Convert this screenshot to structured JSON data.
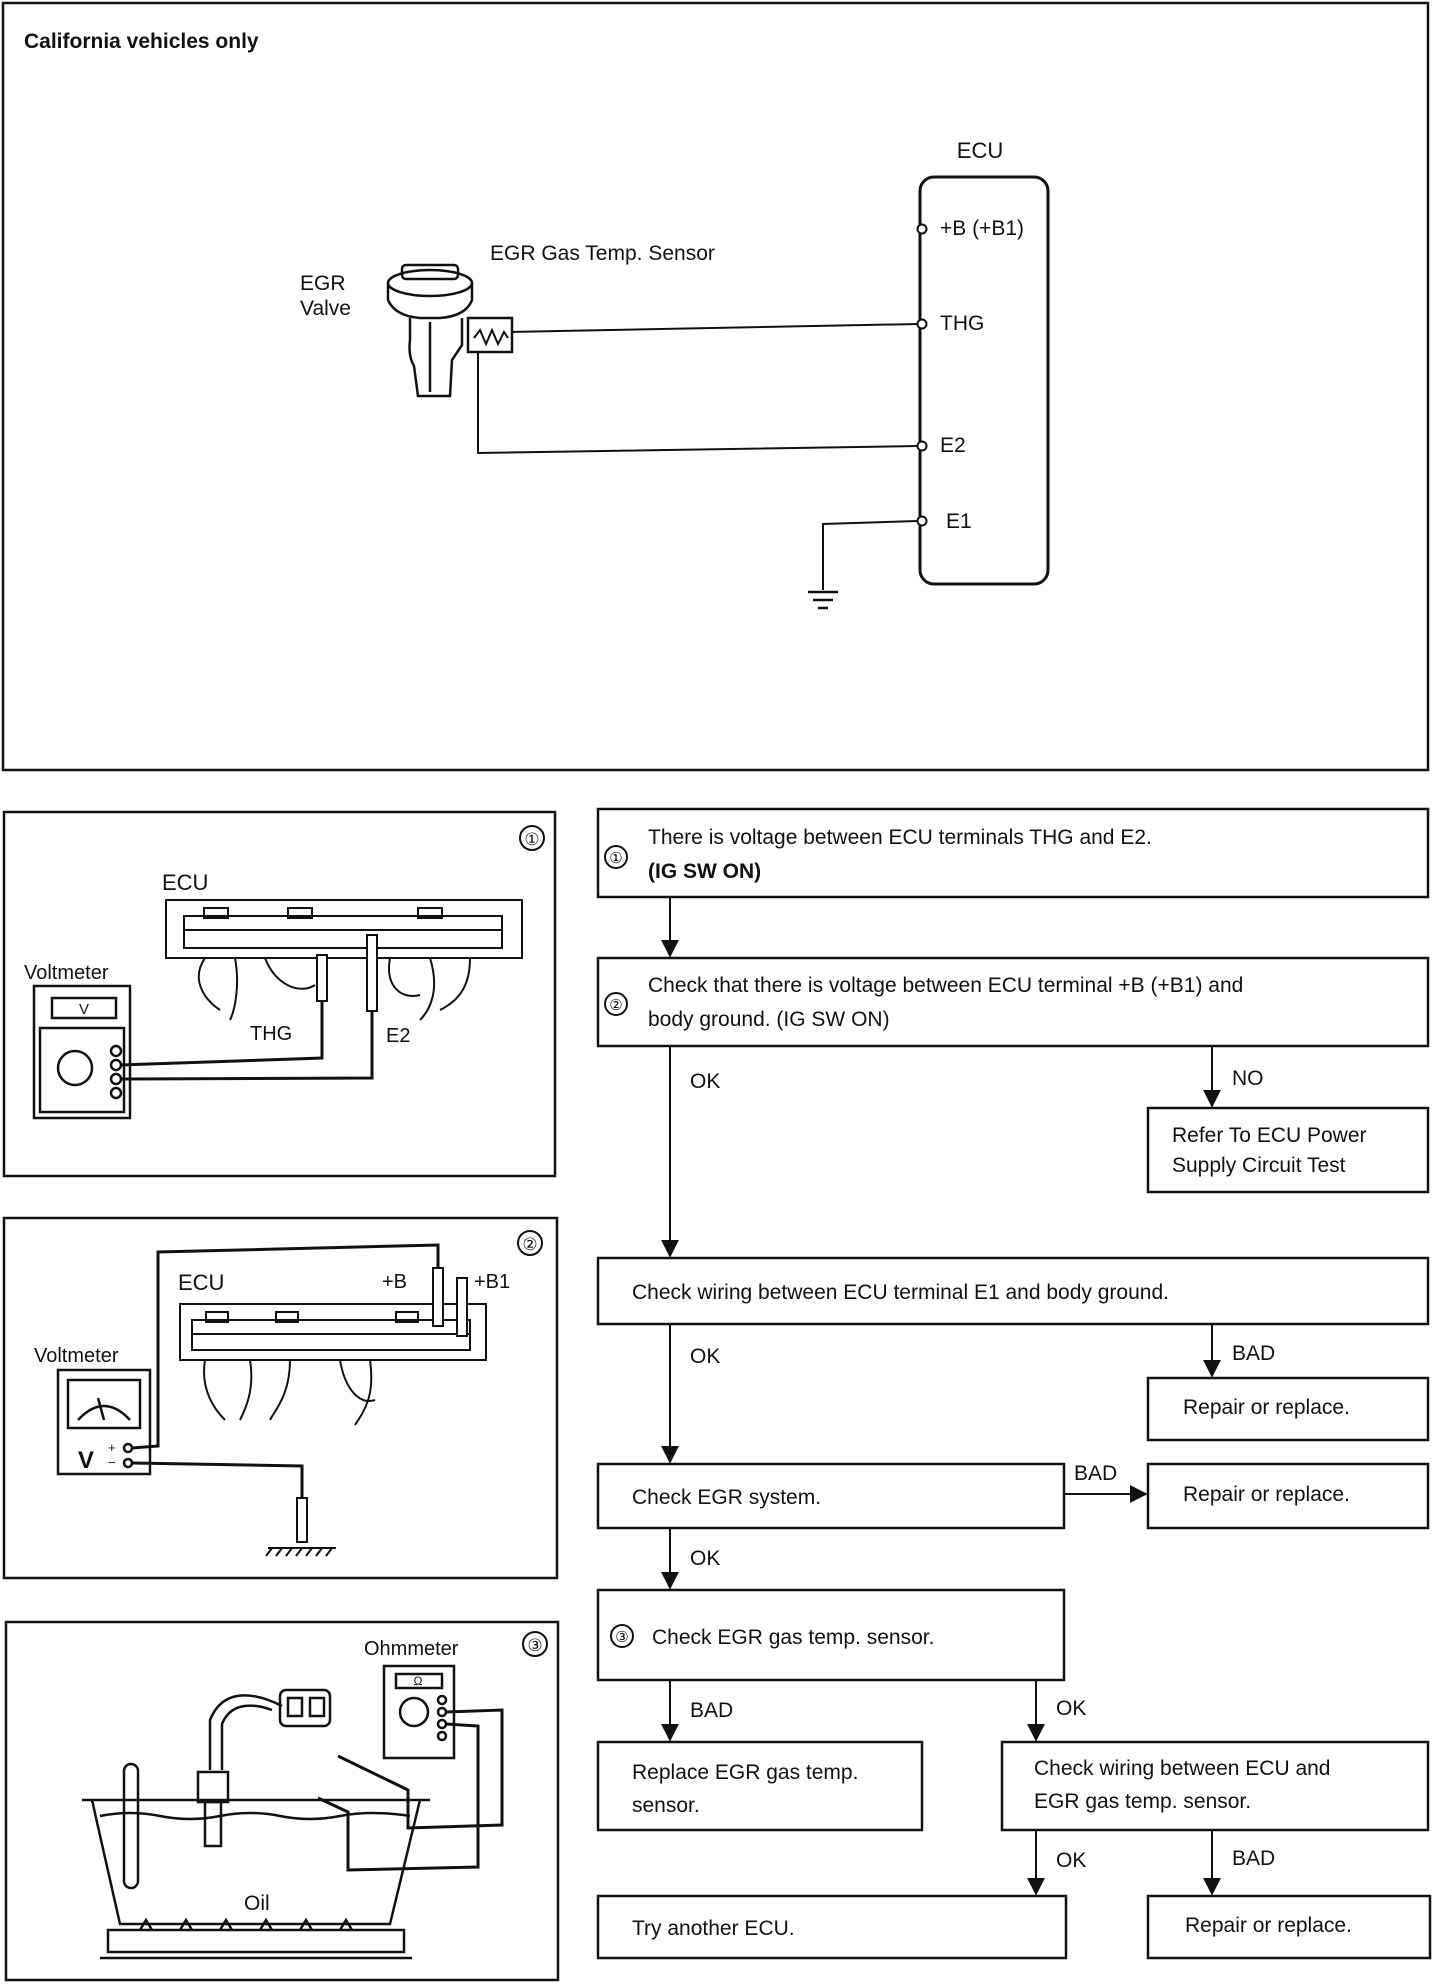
{
  "schematic": {
    "heading": "California vehicles only",
    "ecu_label": "ECU",
    "sensor_label": "EGR Gas Temp. Sensor",
    "valve_label_line1": "EGR",
    "valve_label_line2": "Valve",
    "terminals": [
      "+B (+B1)",
      "THG",
      "E2",
      "E1"
    ]
  },
  "fig1": {
    "number": "①",
    "ecu": "ECU",
    "meter": "Voltmeter",
    "meter_face": "V",
    "probe_left": "THG",
    "probe_right": "E2"
  },
  "fig2": {
    "number": "②",
    "ecu": "ECU",
    "meter": "Voltmeter",
    "meter_v": "V",
    "plus": "+",
    "minus": "−",
    "term_b": "+B",
    "term_b1": "+B1"
  },
  "fig3": {
    "number": "③",
    "meter": "Ohmmeter",
    "meter_face": "Ω",
    "bath": "Oil"
  },
  "flow": {
    "step1_num": "①",
    "step1_line1": "There is voltage between ECU terminals THG and E2.",
    "step1_line2": "(IG SW ON)",
    "step2_num": "②",
    "step2_line1": "Check that there is voltage between ECU terminal +B (+B1) and",
    "step2_line2": "body ground.  (IG SW ON)",
    "ok1": "OK",
    "no1": "NO",
    "power_line1": "Refer To ECU Power",
    "power_line2": "Supply Circuit Test",
    "step_e1": "Check wiring between ECU terminal E1 and body ground.",
    "ok2": "OK",
    "bad2": "BAD",
    "repair1": "Repair or replace.",
    "step_egr": "Check EGR system.",
    "bad3": "BAD",
    "repair2": "Repair or replace.",
    "ok3": "OK",
    "step3_num": "③",
    "step3_text": "Check EGR gas temp. sensor.",
    "bad4": "BAD",
    "ok4": "OK",
    "replace_line1": "Replace EGR gas temp.",
    "replace_line2": "sensor.",
    "wiring_line1": "Check wiring between ECU and",
    "wiring_line2": "EGR gas temp. sensor.",
    "ok5": "OK",
    "bad5": "BAD",
    "try_ecu": "Try another ECU.",
    "repair3": "Repair or replace."
  }
}
